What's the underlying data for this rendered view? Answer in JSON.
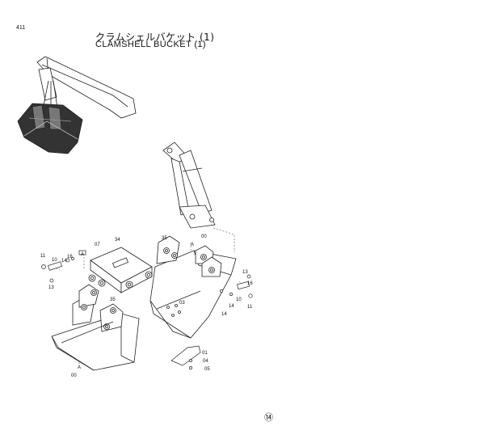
{
  "page": {
    "page_number": "411",
    "title_japanese": "クラムシェルバケット (1)",
    "title_english": "CLAMSHELL BUCKET (1)",
    "corner_mark": "⑭"
  },
  "callouts": {
    "left_pin_05": "05",
    "left_bolt_11": "11",
    "left_pin_10": "10",
    "left_nut_14": "14",
    "left_washer_16": "16",
    "left_bolt_13": "13",
    "left_ref_a": "A",
    "hinge_07": "07",
    "bracket_34": "34",
    "left_shell_35": "35",
    "left_shell_00": "00",
    "left_ref_a_bottom": "A",
    "right_shell_35": "35",
    "right_ref_a": "A",
    "right_shell_00": "00",
    "right_bolt_13": "13",
    "right_pin_10": "10",
    "right_bolt_11": "11",
    "right_nut_14": "14",
    "right_washer_16": "16",
    "inner_14": "14",
    "tooth_01": "01",
    "tooth_pin_04": "04",
    "tooth_lock_05": "05",
    "inner_03": "03"
  }
}
